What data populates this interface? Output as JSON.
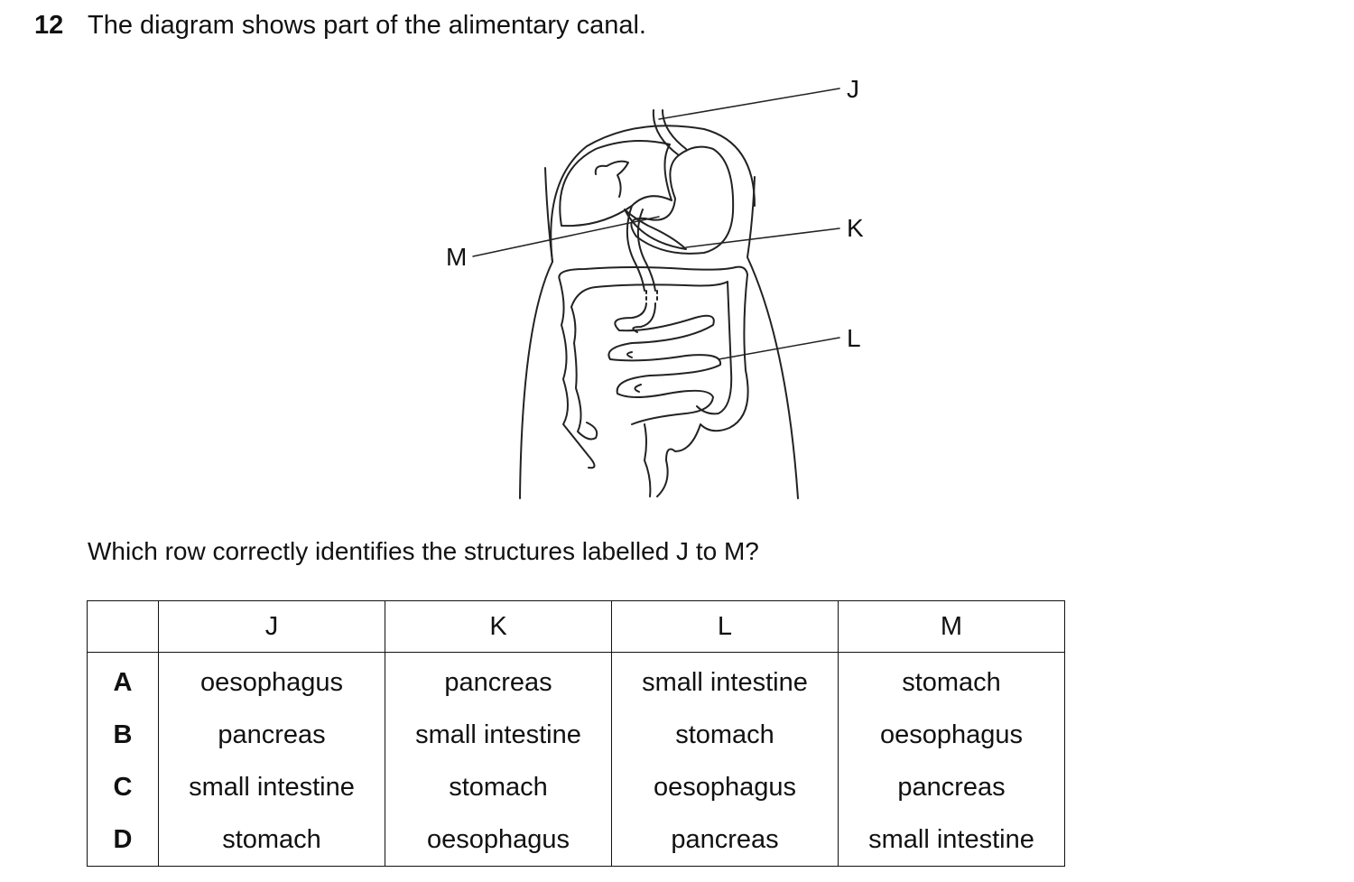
{
  "question": {
    "number": "12",
    "text": "The diagram shows part of the alimentary canal.",
    "prompt": "Which row correctly identifies the structures labelled J to M?"
  },
  "diagram": {
    "labels": {
      "j": "J",
      "k": "K",
      "l": "L",
      "m": "M"
    }
  },
  "table": {
    "headers": [
      "",
      "J",
      "K",
      "L",
      "M"
    ],
    "rows": [
      {
        "key": "A",
        "cells": [
          "oesophagus",
          "pancreas",
          "small intestine",
          "stomach"
        ]
      },
      {
        "key": "B",
        "cells": [
          "pancreas",
          "small intestine",
          "stomach",
          "oesophagus"
        ]
      },
      {
        "key": "C",
        "cells": [
          "small intestine",
          "stomach",
          "oesophagus",
          "pancreas"
        ]
      },
      {
        "key": "D",
        "cells": [
          "stomach",
          "oesophagus",
          "pancreas",
          "small intestine"
        ]
      }
    ]
  }
}
